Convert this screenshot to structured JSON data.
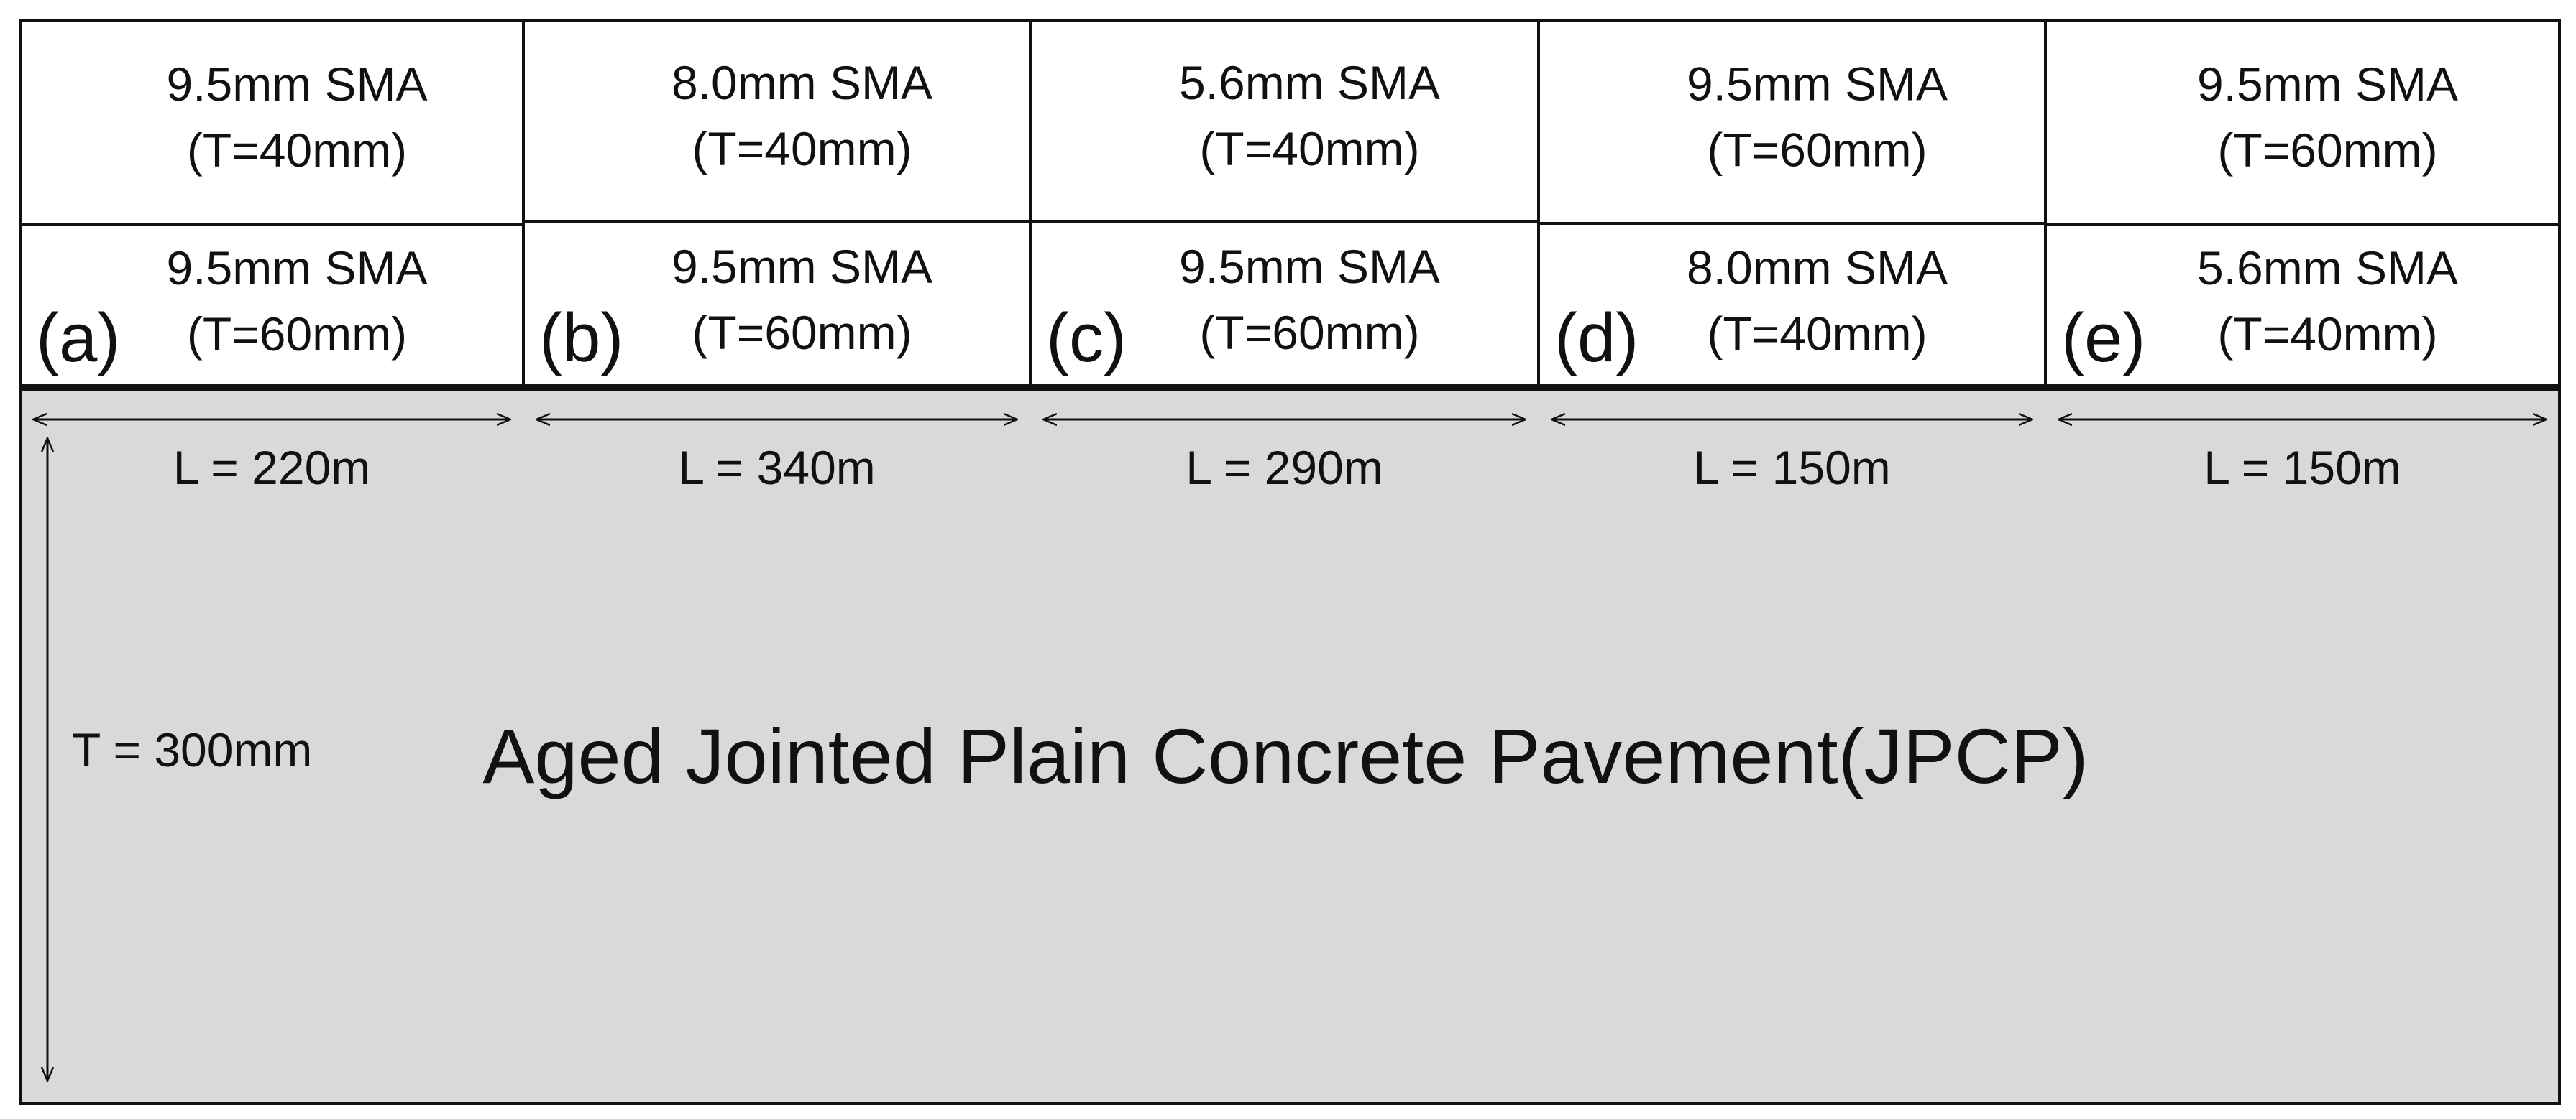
{
  "sections": [
    {
      "label": "(a)",
      "top": {
        "mix": "9.5mm SMA",
        "thickness": "(T=40mm)"
      },
      "bottom": {
        "mix": "9.5mm SMA",
        "thickness": "(T=60mm)"
      },
      "length": "L = 220m"
    },
    {
      "label": "(b)",
      "top": {
        "mix": "8.0mm SMA",
        "thickness": "(T=40mm)"
      },
      "bottom": {
        "mix": "9.5mm SMA",
        "thickness": "(T=60mm)"
      },
      "length": "L = 340m"
    },
    {
      "label": "(c)",
      "top": {
        "mix": "5.6mm SMA",
        "thickness": "(T=40mm)"
      },
      "bottom": {
        "mix": "9.5mm SMA",
        "thickness": "(T=60mm)"
      },
      "length": "L = 290m"
    },
    {
      "label": "(d)",
      "top": {
        "mix": "9.5mm SMA",
        "thickness": "(T=60mm)"
      },
      "bottom": {
        "mix": "8.0mm SMA",
        "thickness": "(T=40mm)"
      },
      "length": "L = 150m"
    },
    {
      "label": "(e)",
      "top": {
        "mix": "9.5mm SMA",
        "thickness": "(T=60mm)"
      },
      "bottom": {
        "mix": "5.6mm SMA",
        "thickness": "(T=40mm)"
      },
      "length": "L = 150m"
    }
  ],
  "base": {
    "title": "Aged Jointed Plain Concrete Pavement(JPCP)",
    "thickness": "T = 300mm",
    "fill_color": "#d9d9d9"
  },
  "colors": {
    "line": "#111111",
    "overlay": "#ffffff"
  }
}
